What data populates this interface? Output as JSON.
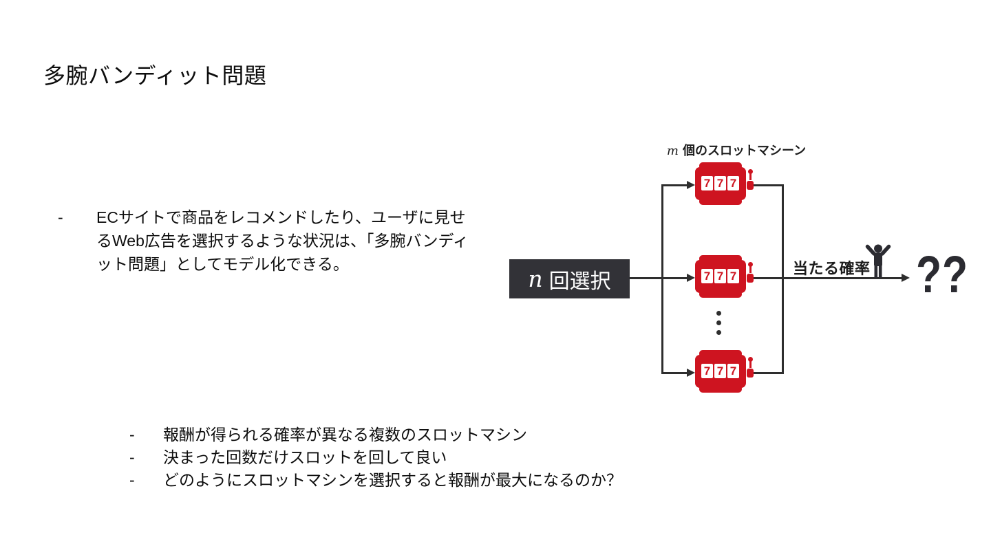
{
  "slide": {
    "title": "多腕バンディット問題",
    "intro_bullet": {
      "marker": "-",
      "text": "ECサイトで商品をレコメンドしたり、ユーザに見せるWeb広告を選択するような状況は、「多腕バンディット問題」としてモデル化できる。"
    },
    "bottom_bullets": [
      {
        "marker": "-",
        "text": "報酬が得られる確率が異なる複数のスロットマシン"
      },
      {
        "marker": "-",
        "text": "決まった回数だけスロットを回して良い"
      },
      {
        "marker": "-",
        "text": "どのようにスロットマシンを選択すると報酬が最大になるのか？"
      }
    ]
  },
  "diagram": {
    "machines_label": {
      "var": "m",
      "text": "個のスロットマシーン"
    },
    "select_box": {
      "var": "n",
      "text": "回選択"
    },
    "slot_digit": "7",
    "win_probability_label": "当たる確率",
    "result_text": "??",
    "colors": {
      "machine_red": "#ce1420",
      "select_box_bg": "#323237",
      "connector_line": "#2e2e2e",
      "result_text_color": "#2b2b31"
    }
  }
}
